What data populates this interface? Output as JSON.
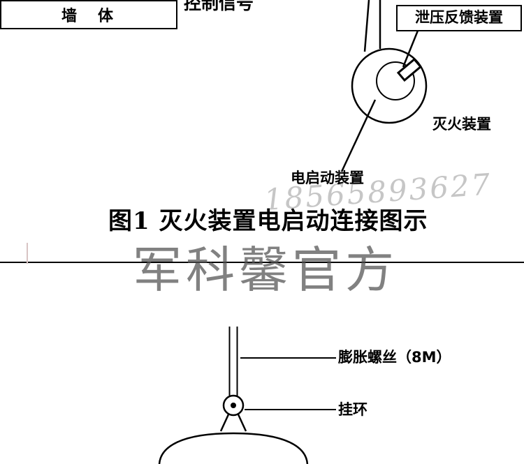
{
  "figure": {
    "caption": "图1 灭火装置电启动连接图示"
  },
  "labels": {
    "control_signal": "控制信号",
    "relief_feedback_device": "泄压反馈装置",
    "extinguisher_device": "灭火装置",
    "electric_start_device": "电启动装置",
    "wall": "墙　体",
    "expansion_screw": "膨胀螺丝（8M）",
    "hanging_ring": "挂环"
  },
  "watermarks": {
    "phone": "18565893627",
    "brand": "军科馨官方"
  },
  "colors": {
    "line": "#000000",
    "watermark_brand": "#6f6f6f",
    "watermark_phone": "#c6c6c6"
  }
}
